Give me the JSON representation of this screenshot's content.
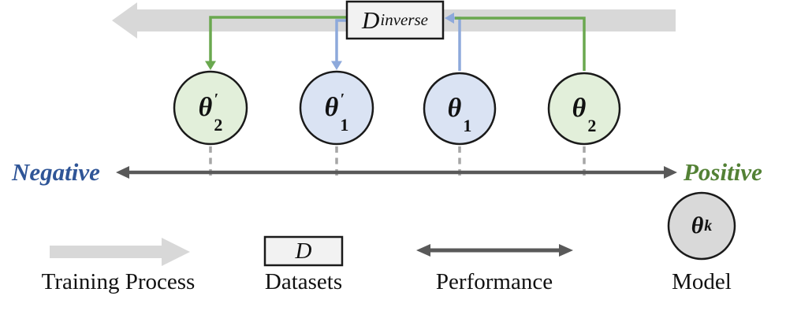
{
  "figure": {
    "inverse_box": {
      "base": "D",
      "sub": "inverse"
    },
    "models": [
      {
        "name": "theta-2-prime",
        "base": "θ",
        "prime": "′",
        "sub": "2",
        "color_type": "green"
      },
      {
        "name": "theta-1-prime",
        "base": "θ",
        "prime": "′",
        "sub": "1",
        "color_type": "blue"
      },
      {
        "name": "theta-1",
        "base": "θ",
        "prime": "",
        "sub": "1",
        "color_type": "blue"
      },
      {
        "name": "theta-2",
        "base": "θ",
        "prime": "",
        "sub": "2",
        "color_type": "green"
      }
    ],
    "axis": {
      "left_label": "Negative",
      "right_label": "Positive"
    }
  },
  "legend": {
    "items": [
      {
        "label": "Training Process",
        "symbol": "gray-flow-arrow"
      },
      {
        "label": "Datasets",
        "symbol": "dataset-box",
        "symbol_text": {
          "base": "D",
          "sub": ""
        }
      },
      {
        "label": "Performance",
        "symbol": "double-headed-arrow"
      },
      {
        "label": "Model",
        "symbol": "model-circle",
        "symbol_text": {
          "base": "θ",
          "sub": "k"
        }
      }
    ]
  },
  "colors": {
    "flow_band_gray": "#d8d8d8",
    "dark_gray_arrow": "#595959",
    "dataset_box_fill": "#f2f2f2",
    "model_circle_gray": "#d9d9d9",
    "green_line": "#6aa84f",
    "blue_line": "#8da9db",
    "green_circle_fill": "#e2efda",
    "blue_circle_fill": "#dae3f3",
    "negative_label_blue": "#2f5597",
    "positive_label_green": "#538135",
    "dashed_guide_gray": "#a6a6a6"
  }
}
